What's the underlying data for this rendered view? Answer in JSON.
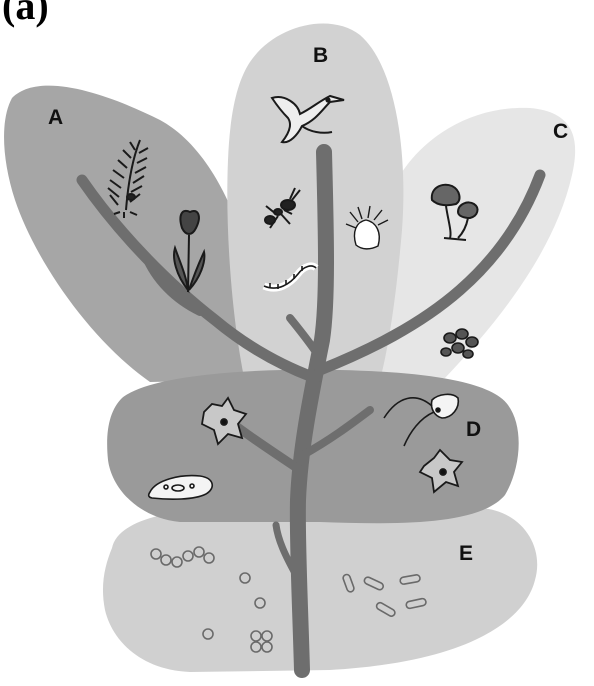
{
  "header_fragment": "(a)",
  "region_labels": {
    "A": "A",
    "B": "B",
    "C": "C",
    "D": "D",
    "E": "E"
  },
  "colors": {
    "background": "#ffffff",
    "leaf_A": "#a6a6a6",
    "leaf_B": "#d2d2d2",
    "leaf_C": "#e6e6e6",
    "band_D": "#9a9a9a",
    "band_E": "#d0d0d0",
    "tree": "#6e6e6e",
    "ink": "#1a1a1a"
  },
  "icons": {
    "A": [
      "fern-icon",
      "tulip-icon"
    ],
    "B": [
      "bird-icon",
      "ant-icon",
      "sea-anemone-icon",
      "worm-icon"
    ],
    "C": [
      "mushroom-icon",
      "yeast-cluster-icon"
    ],
    "D": [
      "amoeba-icon",
      "paramecium-icon",
      "flagellate-icon",
      "amoeba-icon"
    ],
    "E": [
      "cocci-chain-icon",
      "coccus-icon",
      "coccus-icon",
      "cocci-cluster-icon",
      "rod-bacteria-icon"
    ]
  }
}
